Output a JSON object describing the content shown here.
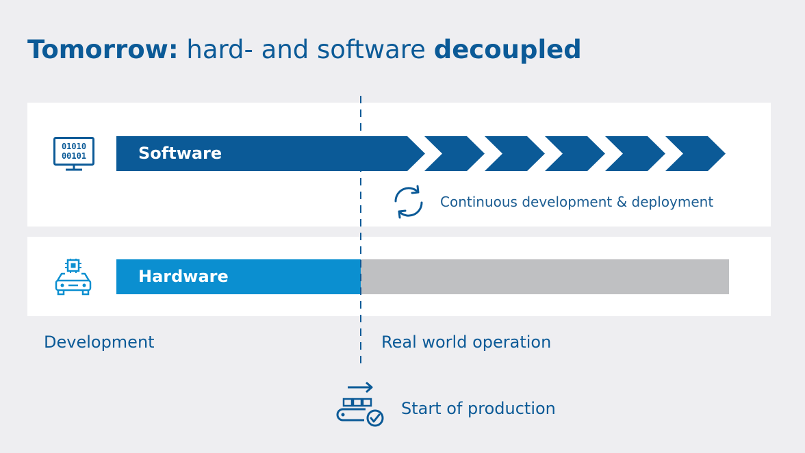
{
  "title": {
    "strong1": "Tomorrow:",
    "mid": "hard- and software",
    "strong2": "decoupled"
  },
  "software": {
    "label": "Software",
    "icon_text_top": "01010",
    "icon_text_bottom": "00101",
    "cycle_caption": "Continuous development & deployment"
  },
  "hardware": {
    "label": "Hardware"
  },
  "phases": {
    "left": "Development",
    "right": "Real world operation"
  },
  "milestone": {
    "label": "Start of production"
  },
  "colors": {
    "dark_blue": "#0b5a97",
    "light_blue": "#0b8fd0",
    "gray": "#bfc0c2",
    "panel": "#ffffff",
    "background": "#eeeef1"
  },
  "icons": [
    "computer-binary-icon",
    "car-chip-icon",
    "refresh-cycle-icon",
    "production-conveyor-icon",
    "arrow-right-icon"
  ]
}
